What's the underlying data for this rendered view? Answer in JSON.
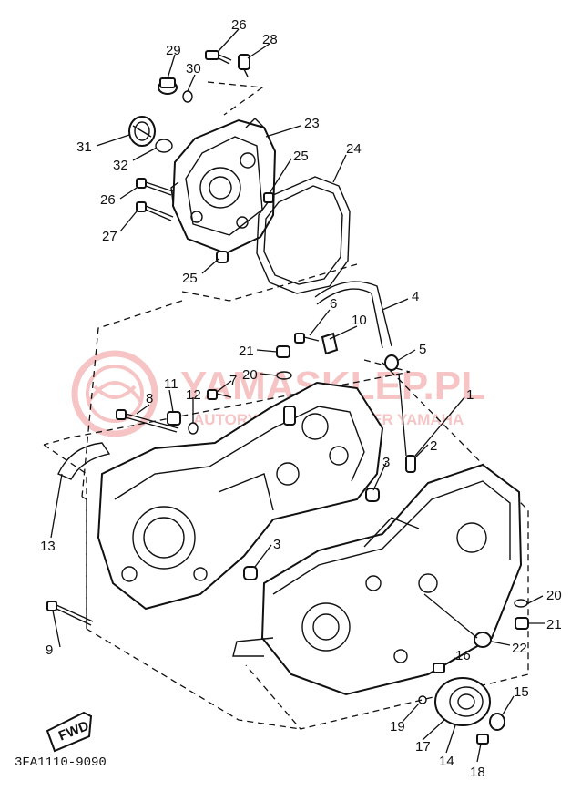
{
  "diagram": {
    "code": "3FA1110-9090",
    "fwd_label": "FWD",
    "watermark": {
      "main": "YAMASKLEP.PL",
      "sub": "AUTORYZOWANY DEALER YAMAHA",
      "color": "#e03030"
    },
    "callouts": [
      {
        "id": "26a",
        "text": "26"
      },
      {
        "id": "28",
        "text": "28"
      },
      {
        "id": "29",
        "text": "29"
      },
      {
        "id": "30",
        "text": "30"
      },
      {
        "id": "23",
        "text": "23"
      },
      {
        "id": "31",
        "text": "31"
      },
      {
        "id": "32",
        "text": "32"
      },
      {
        "id": "25a",
        "text": "25"
      },
      {
        "id": "24",
        "text": "24"
      },
      {
        "id": "26b",
        "text": "26"
      },
      {
        "id": "27",
        "text": "27"
      },
      {
        "id": "25b",
        "text": "25"
      },
      {
        "id": "4",
        "text": "4"
      },
      {
        "id": "6",
        "text": "6"
      },
      {
        "id": "10",
        "text": "10"
      },
      {
        "id": "21a",
        "text": "21"
      },
      {
        "id": "5",
        "text": "5"
      },
      {
        "id": "20a",
        "text": "20"
      },
      {
        "id": "7",
        "text": "7"
      },
      {
        "id": "11",
        "text": "11"
      },
      {
        "id": "12",
        "text": "12"
      },
      {
        "id": "8",
        "text": "8"
      },
      {
        "id": "1",
        "text": "1"
      },
      {
        "id": "2",
        "text": "2"
      },
      {
        "id": "3a",
        "text": "3"
      },
      {
        "id": "13",
        "text": "13"
      },
      {
        "id": "3b",
        "text": "3"
      },
      {
        "id": "20b",
        "text": "20"
      },
      {
        "id": "21b",
        "text": "21"
      },
      {
        "id": "9",
        "text": "9"
      },
      {
        "id": "22",
        "text": "22"
      },
      {
        "id": "16",
        "text": "16"
      },
      {
        "id": "15",
        "text": "15"
      },
      {
        "id": "19",
        "text": "19"
      },
      {
        "id": "17",
        "text": "17"
      },
      {
        "id": "14",
        "text": "14"
      },
      {
        "id": "18",
        "text": "18"
      }
    ]
  }
}
